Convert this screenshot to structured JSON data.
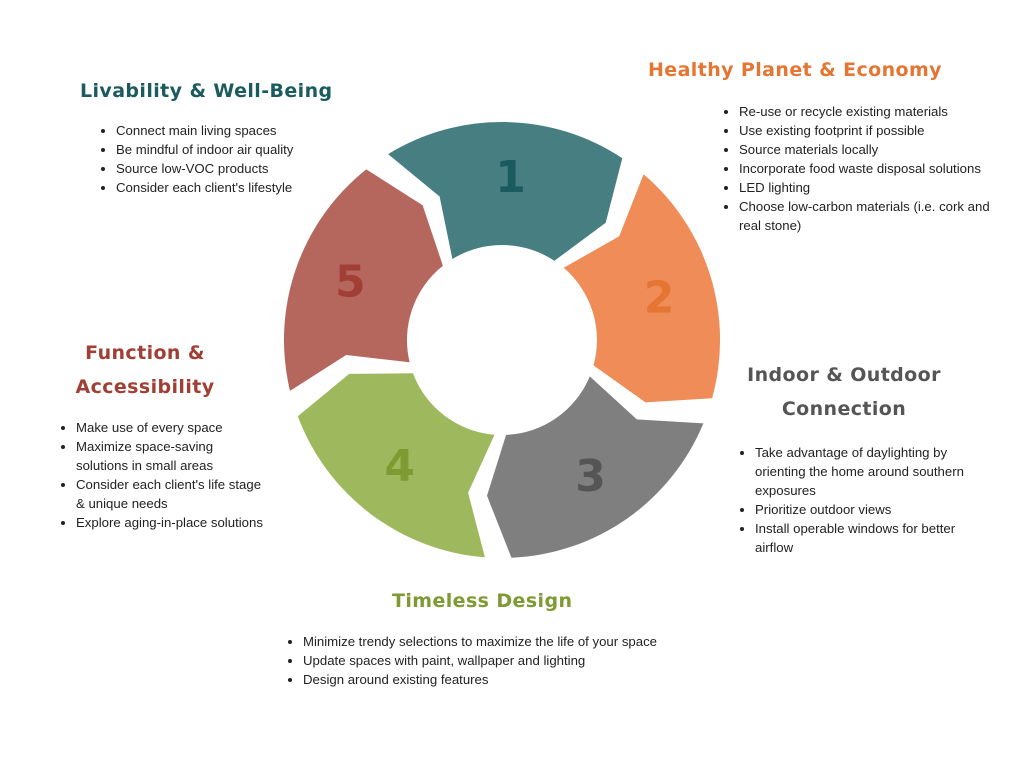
{
  "colors": {
    "segment1": "#467e81",
    "segment2": "#f08c58",
    "segment3": "#7f7f7f",
    "segment4": "#9eb95d",
    "segment5": "#b5665d",
    "title1": "#1b5b60",
    "title2": "#e57532",
    "title3": "#555555",
    "title4": "#7e9a33",
    "title5": "#a13f35"
  },
  "segments": [
    {
      "number": "1",
      "title_lines": [
        "Livability & Well-Being"
      ],
      "bullets": [
        "Connect main living spaces",
        "Be mindful of indoor air quality",
        "Source low-VOC products",
        "Consider each client's lifestyle"
      ]
    },
    {
      "number": "2",
      "title_lines": [
        "Healthy Planet & Economy"
      ],
      "bullets": [
        "Re-use or recycle existing materials",
        "Use existing footprint if possible",
        "Source materials locally",
        "Incorporate food waste disposal solutions",
        "LED lighting",
        "Choose low-carbon materials (i.e. cork and real stone)"
      ]
    },
    {
      "number": "3",
      "title_lines": [
        "Indoor & Outdoor",
        "Connection"
      ],
      "bullets": [
        "Take advantage of daylighting by orienting the home around southern exposures",
        "Prioritize outdoor views",
        "Install operable windows for better airflow"
      ]
    },
    {
      "number": "4",
      "title_lines": [
        "Timeless Design"
      ],
      "bullets": [
        "Minimize trendy selections to maximize the life of your space",
        "Update spaces with paint, wallpaper and lighting",
        "Design around existing features"
      ]
    },
    {
      "number": "5",
      "title_lines": [
        "Function &",
        "Accessibility"
      ],
      "bullets": [
        "Make use of every space",
        "Maximize space-saving solutions in small areas",
        "Consider each client's life stage & unique needs",
        "Explore aging-in-place solutions"
      ]
    }
  ]
}
